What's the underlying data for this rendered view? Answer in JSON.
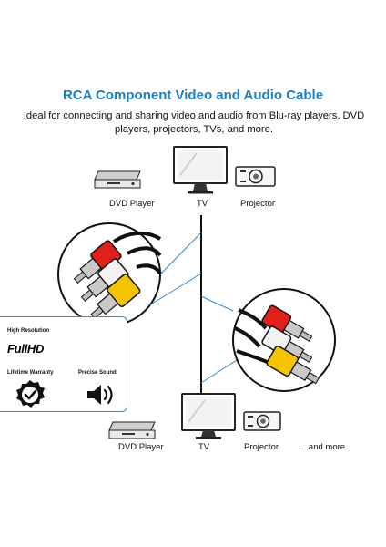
{
  "header": {
    "title": "RCA Component Video and Audio Cable",
    "subtitle": "Ideal for connecting and sharing video and audio from Blu-ray players, DVD players, projectors, TVs, and more."
  },
  "top_devices": {
    "dvd_label": "DVD Player",
    "tv_label": "TV",
    "projector_label": "Projector"
  },
  "bottom_devices": {
    "dvd_label": "DVD Player",
    "tv_label": "TV",
    "projector_label": "Projector",
    "more_label": "...and more"
  },
  "features": {
    "resolution_title": "High Resolution",
    "resolution_badge": "FullHD",
    "warranty_title": "Lifetime Warranty",
    "sound_title": "Precise Sound"
  },
  "colors": {
    "accent": "#2a8bcf",
    "title": "#1d7fbd",
    "plug_red": "#e0201b",
    "plug_white": "#f2f2f2",
    "plug_yellow": "#f5c400"
  }
}
